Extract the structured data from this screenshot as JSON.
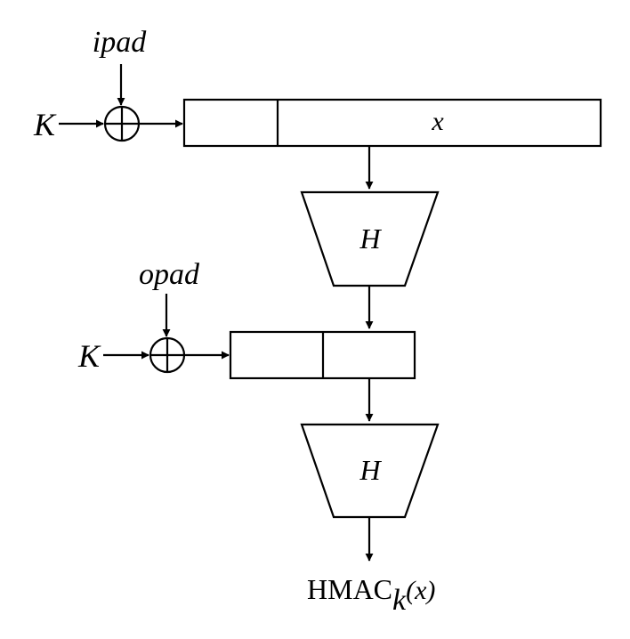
{
  "diagram": {
    "top": {
      "pad_label": "ipad",
      "key_label": "K",
      "message_label": "x"
    },
    "hash1": {
      "label": "H"
    },
    "bottom": {
      "pad_label": "opad",
      "key_label": "K"
    },
    "hash2": {
      "label": "H"
    },
    "output": {
      "base": "HMAC",
      "subscript": "k",
      "argument": "(x)"
    }
  }
}
